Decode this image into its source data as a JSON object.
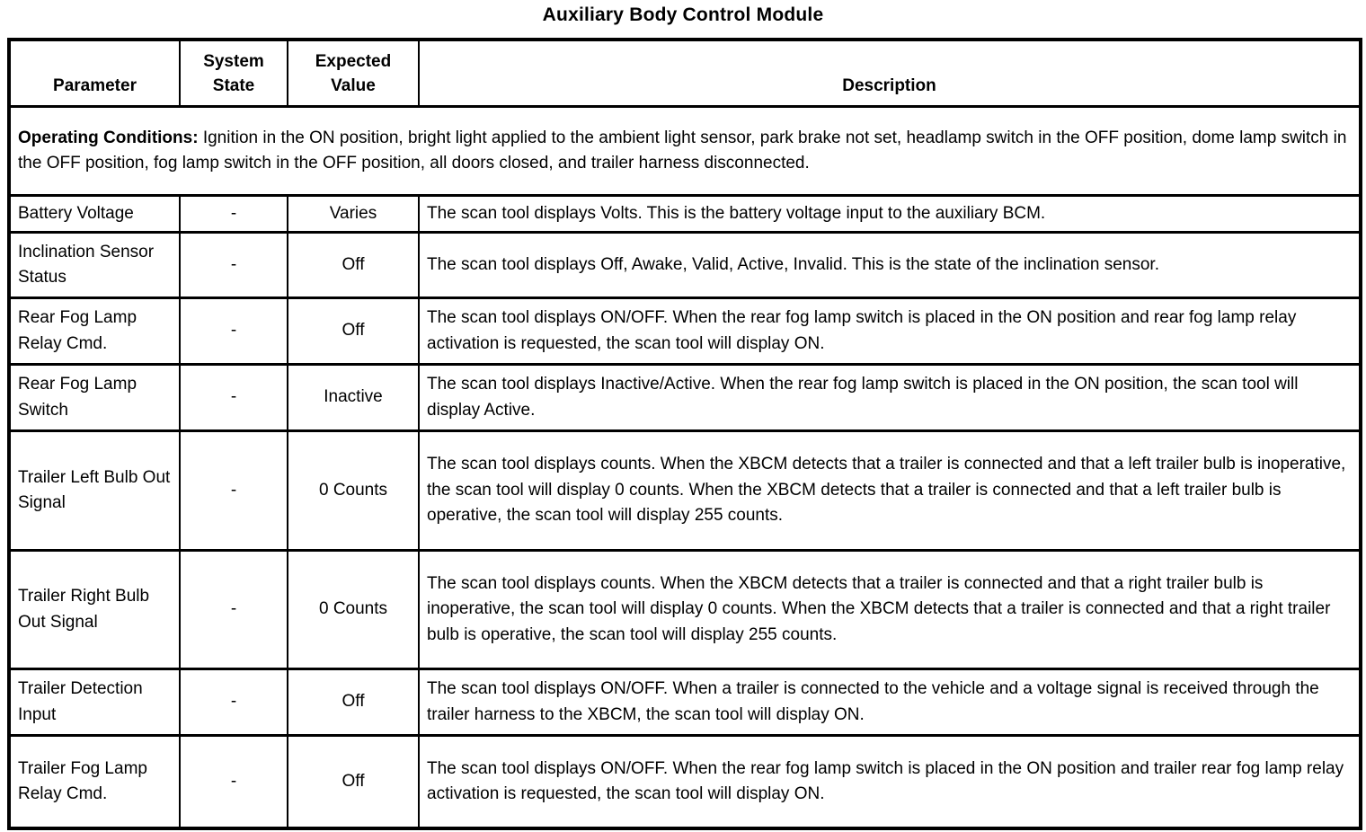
{
  "title": "Auxiliary Body Control Module",
  "table": {
    "headers": {
      "parameter": "Parameter",
      "system_state": "System State",
      "expected_value": "Expected Value",
      "description": "Description"
    },
    "operating_conditions": {
      "label": "Operating Conditions:",
      "text": " Ignition in the ON position, bright light applied to the ambient light sensor, park brake not set, headlamp switch in the OFF position, dome lamp switch in the OFF position, fog lamp switch in the OFF position, all doors closed, and trailer harness disconnected."
    },
    "rows": [
      {
        "parameter": "Battery Voltage",
        "system_state": "-",
        "expected_value": "Varies",
        "description": "The scan tool displays Volts. This is the battery voltage input to the auxiliary BCM."
      },
      {
        "parameter": "Inclination Sensor Status",
        "system_state": "-",
        "expected_value": "Off",
        "description": "The scan tool displays Off, Awake, Valid, Active, Invalid. This is the state of the inclination sensor."
      },
      {
        "parameter": "Rear Fog Lamp Relay Cmd.",
        "system_state": "-",
        "expected_value": "Off",
        "description": "The scan tool displays ON/OFF. When the rear fog lamp switch is placed in the ON position and rear fog lamp relay activation is requested, the scan tool will display ON."
      },
      {
        "parameter": "Rear Fog Lamp Switch",
        "system_state": "-",
        "expected_value": "Inactive",
        "description": "The scan tool displays Inactive/Active. When the rear fog lamp switch is placed in the ON position, the scan tool will display Active."
      },
      {
        "parameter": "Trailer Left Bulb Out Signal",
        "system_state": "-",
        "expected_value": "0 Counts",
        "description": "The scan tool displays counts. When the XBCM detects that a trailer is connected and that a left trailer bulb is inoperative, the scan tool will display 0 counts. When the XBCM detects that a trailer is connected and that a left trailer bulb is operative, the scan tool will display 255 counts."
      },
      {
        "parameter": "Trailer Right Bulb Out Signal",
        "system_state": "-",
        "expected_value": "0 Counts",
        "description": "The scan tool displays counts. When the XBCM detects that a trailer is connected and that a right trailer bulb is inoperative, the scan tool will display 0 counts. When the XBCM detects that a trailer is connected and that a right trailer bulb is operative, the scan tool will display 255 counts."
      },
      {
        "parameter": "Trailer Detection Input",
        "system_state": "-",
        "expected_value": "Off",
        "description": "The scan tool displays ON/OFF. When a trailer is connected to the vehicle and a voltage signal is received through the trailer harness to the XBCM, the scan tool will display ON."
      },
      {
        "parameter": "Trailer Fog Lamp Relay Cmd.",
        "system_state": "-",
        "expected_value": "Off",
        "description": "The scan tool displays ON/OFF. When the rear fog lamp switch is placed in the ON position and trailer rear fog lamp relay activation is requested, the scan tool will display ON."
      }
    ]
  }
}
